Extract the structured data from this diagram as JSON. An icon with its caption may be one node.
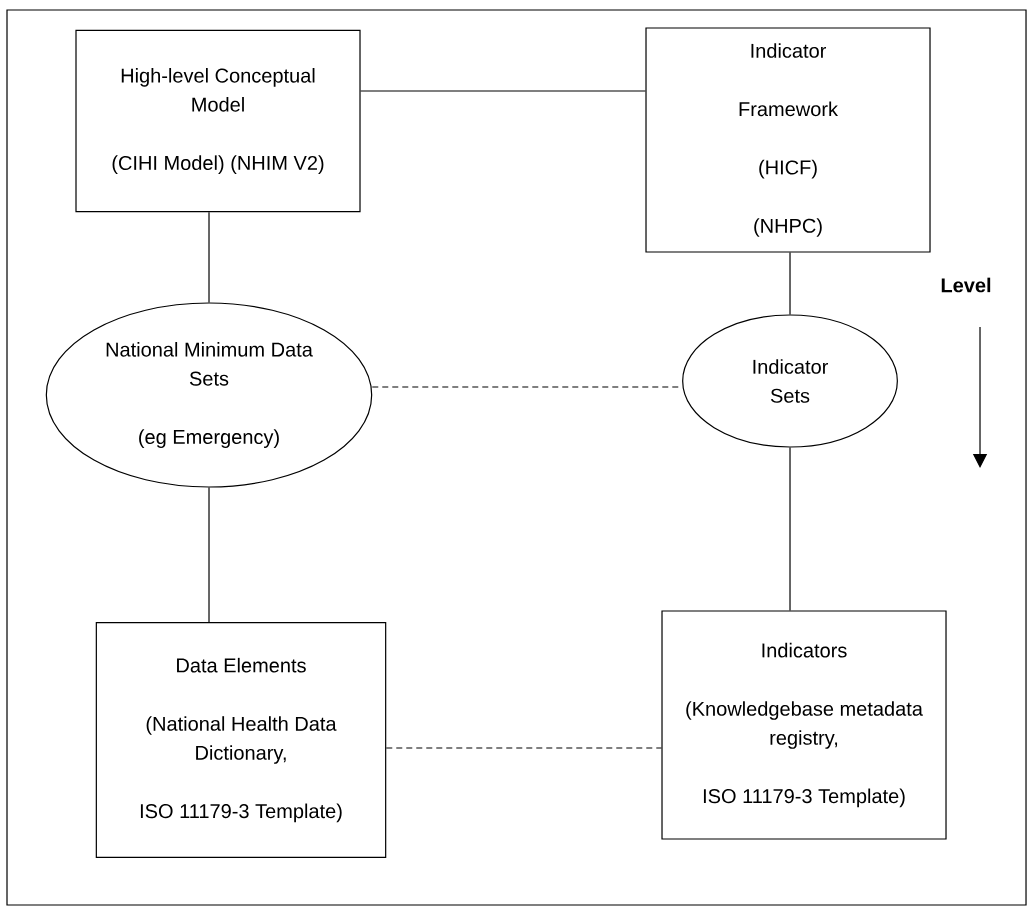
{
  "diagram": {
    "nodes": [
      {
        "text": [
          "High-level Conceptual Model",
          "(CIHI Model) (NHIM V2)"
        ]
      },
      {
        "text": [
          "Indicator",
          "Framework",
          "(HICF)",
          "(NHPC)"
        ]
      },
      {
        "text": [
          "National Minimum Data Sets",
          "(eg Emergency)"
        ]
      },
      {
        "text": [
          "Indicator Sets"
        ]
      },
      {
        "text": [
          "Data Elements",
          "(National Health Data Dictionary,",
          "ISO 11179-3 Template)"
        ]
      },
      {
        "text": [
          "Indicators",
          "(Knowledgebase metadata registry,",
          "ISO 11179-3 Template)"
        ]
      }
    ],
    "edges": [
      {
        "from": 0,
        "to": 1,
        "arrow": "none"
      },
      {
        "from": 0,
        "to": 2,
        "arrow": "none"
      },
      {
        "from": 1,
        "to": 3,
        "arrow": "none"
      },
      {
        "from": 2,
        "to": 3,
        "arrow": "none",
        "style": "dashed"
      },
      {
        "from": 2,
        "to": 4,
        "arrow": "none"
      },
      {
        "from": 3,
        "to": 5,
        "arrow": "none"
      },
      {
        "from": 4,
        "to": 5,
        "arrow": "none",
        "style": "dashed"
      }
    ],
    "labels": [
      "Level"
    ]
  }
}
